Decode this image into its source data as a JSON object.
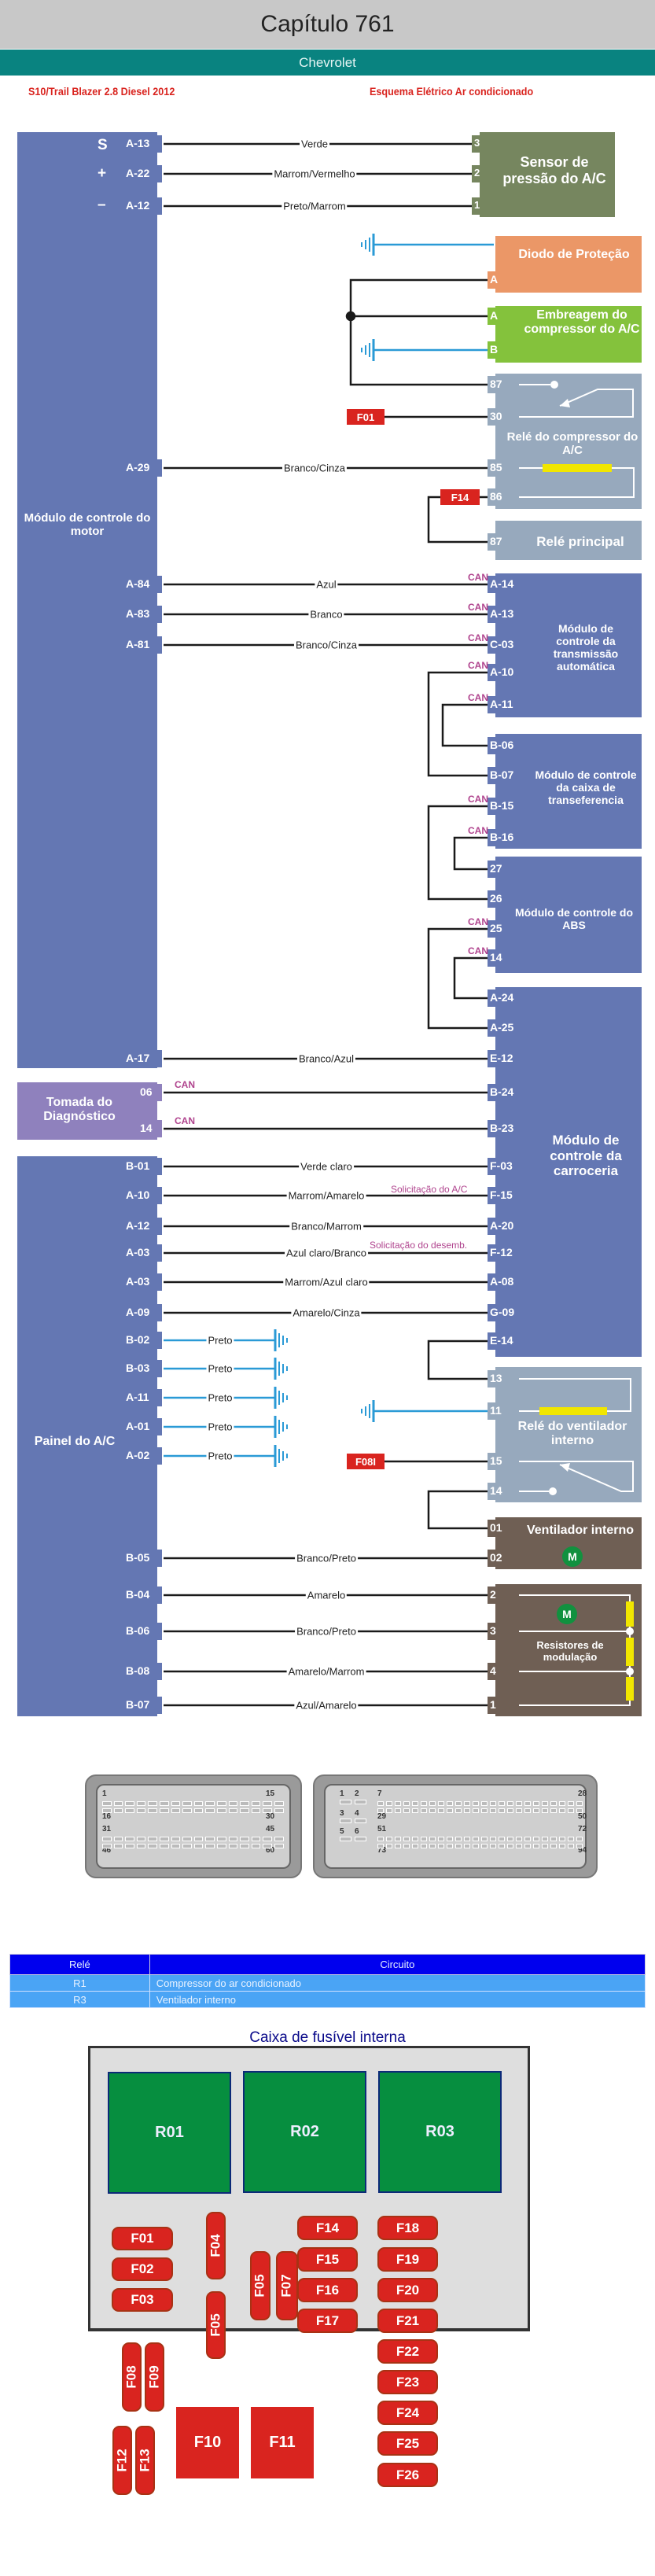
{
  "header": {
    "title": "Capítulo 761",
    "brand": "Chevrolet"
  },
  "subtitles": {
    "vehicle": "S10/Trail Blazer 2.8 Diesel 2012",
    "diagram": "Esquema Elétrico Ar condicionado"
  },
  "modules": {
    "ecm": "Módulo de controle do motor",
    "diag": "Tomada do Diagnóstico",
    "panel": "Painel do A/C",
    "sensor": "Sensor de pressão do A/C",
    "diode": "Diodo de Proteção",
    "clutch": "Embreagem do compressor do A/C",
    "comp_relay": "Relé do compressor do A/C",
    "main_relay": "Relé principal",
    "tcm": "Módulo de controle da transmissão automática",
    "tccm": "Módulo de controle da caixa de transeferencia",
    "abs": "Módulo de controle do ABS",
    "bcm": "Módulo de controle da carroceria",
    "fan_relay": "Relé do ventilador interno",
    "fan": "Ventilador interno",
    "resistors": "Resistores de modulação",
    "motor_symbol": "M"
  },
  "sensor_signals": {
    "s": "S",
    "plus": "+",
    "minus": "–"
  },
  "wires": [
    {
      "from": "A-13",
      "color": "Verde",
      "to": "3"
    },
    {
      "from": "A-22",
      "color": "Marrom/Vermelho",
      "to": "2"
    },
    {
      "from": "A-12",
      "color": "Preto/Marrom",
      "to": "1"
    },
    {
      "from": "A-29",
      "color": "Branco/Cinza",
      "to": "85"
    },
    {
      "from": "A-84",
      "color": "Azul",
      "to": "A-14"
    },
    {
      "from": "A-83",
      "color": "Branco",
      "to": "A-13"
    },
    {
      "from": "A-81",
      "color": "Branco/Cinza",
      "to": "C-03"
    },
    {
      "from": "A-17",
      "color": "Branco/Azul",
      "to": "E-12"
    },
    {
      "from": "06",
      "color": "",
      "to": "B-24"
    },
    {
      "from": "14",
      "color": "",
      "to": "B-23"
    },
    {
      "from": "B-01",
      "color": "Verde claro",
      "to": "F-03"
    },
    {
      "from": "A-10",
      "color": "Marrom/Amarelo",
      "to": "F-15"
    },
    {
      "from": "A-12",
      "color": "Branco/Marrom",
      "to": "A-20"
    },
    {
      "from": "A-03",
      "color": "Azul claro/Branco",
      "to": "F-12"
    },
    {
      "from": "A-03",
      "color": "Marrom/Azul claro",
      "to": "A-08"
    },
    {
      "from": "A-09",
      "color": "Amarelo/Cinza",
      "to": "G-09"
    },
    {
      "from": "B-05",
      "color": "Branco/Preto",
      "to": "02"
    },
    {
      "from": "B-04",
      "color": "Amarelo",
      "to": "2"
    },
    {
      "from": "B-06",
      "color": "Branco/Preto",
      "to": "3"
    },
    {
      "from": "B-08",
      "color": "Amarelo/Marrom",
      "to": "4"
    },
    {
      "from": "B-07",
      "color": "Azul/Amarelo",
      "to": "1"
    }
  ],
  "ground_wires": [
    {
      "from": "B-02",
      "color": "Preto"
    },
    {
      "from": "B-03",
      "color": "Preto"
    },
    {
      "from": "A-11",
      "color": "Preto"
    },
    {
      "from": "A-01",
      "color": "Preto"
    },
    {
      "from": "A-02",
      "color": "Preto"
    }
  ],
  "pins": {
    "diode_a": "A",
    "clutch_a": "A",
    "clutch_b": "B",
    "r87": "87",
    "r30": "30",
    "r85": "85",
    "r86": "86",
    "main87": "87",
    "tcm_a10": "A-10",
    "tcm_a11": "A-11",
    "tccm_b06": "B-06",
    "tccm_b07": "B-07",
    "tccm_b15": "B-15",
    "tccm_b16": "B-16",
    "abs27": "27",
    "abs26": "26",
    "abs25": "25",
    "abs14": "14",
    "bcm_a24": "A-24",
    "bcm_a25": "A-25",
    "bcm_e14": "E-14",
    "fr13": "13",
    "fr11": "11",
    "fr15": "15",
    "fr14": "14",
    "fan01": "01"
  },
  "fuses_inline": {
    "f01": "F01",
    "f14": "F14",
    "f08i": "F08I"
  },
  "can_label": "CAN",
  "annotations": {
    "ac_request": "Solicitação do A/C",
    "defrost_request": "Solicitação do desemb."
  },
  "connector_a": {
    "labels": [
      "1",
      "15",
      "16",
      "30",
      "31",
      "45",
      "46",
      "60"
    ]
  },
  "connector_b": {
    "labels": [
      "1",
      "2",
      "3",
      "4",
      "5",
      "6",
      "7",
      "28",
      "29",
      "50",
      "51",
      "72",
      "73",
      "94"
    ]
  },
  "relay_table": {
    "headers": [
      "Relé",
      "Circuito"
    ],
    "rows": [
      [
        "R1",
        "Compressor do ar condicionado"
      ],
      [
        "R3",
        "Ventilador interno"
      ]
    ]
  },
  "fusebox": {
    "title": "Caixa de fusível interna",
    "relays": [
      "R01",
      "R02",
      "R03"
    ],
    "fuses": [
      "F01",
      "F02",
      "F03",
      "F04",
      "F05",
      "F05",
      "F07",
      "F08",
      "F09",
      "F10",
      "F11",
      "F12",
      "F13",
      "F14",
      "F15",
      "F16",
      "F17",
      "F18",
      "F19",
      "F20",
      "F21",
      "F22",
      "F23",
      "F24",
      "F25",
      "F26"
    ]
  },
  "colors": {
    "ecm": "#6477b3",
    "teal": "#098380",
    "red_text": "#d9241f",
    "can": "#b0448e",
    "ground": "#2a9ad6"
  }
}
